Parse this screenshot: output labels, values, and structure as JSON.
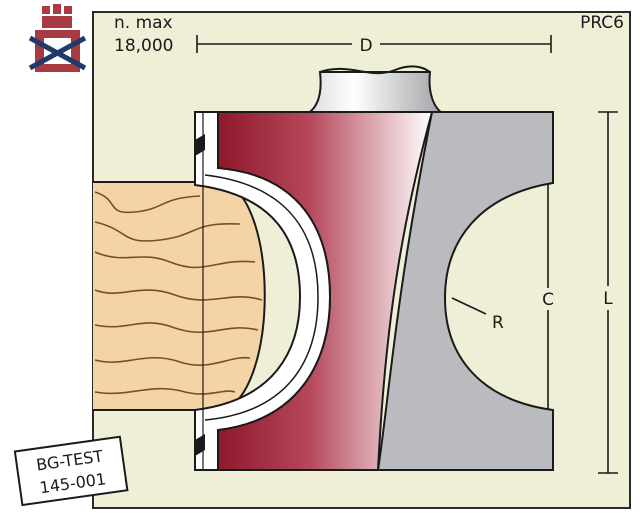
{
  "header": {
    "speed_label": "n. max",
    "speed_value": "18,000",
    "model": "PRC6"
  },
  "dimensions": {
    "diameter": "D",
    "cutting_length": "C",
    "total_length": "L",
    "radius": "R"
  },
  "badge": {
    "line1": "BG-TEST",
    "line2": "145-001"
  },
  "icons": {
    "top_left": "no-hand-feed-icon"
  },
  "colors": {
    "background_panel": "#efefd8",
    "panel_border": "#2a2a2a",
    "cutter_body": "#b9bbbe",
    "cutter_edge_dark": "#8c1327",
    "icon_red": "#a83a44",
    "icon_cross": "#1f3a6b",
    "wood_light": "#f4d4a4",
    "wood_dark": "#e6b87c"
  }
}
